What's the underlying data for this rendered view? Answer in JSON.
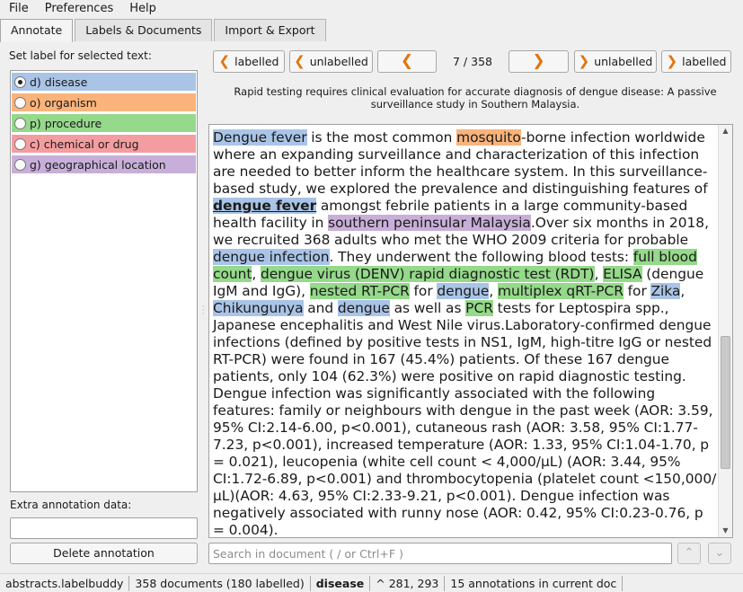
{
  "menu": {
    "file": "File",
    "preferences": "Preferences",
    "help": "Help"
  },
  "tabs": {
    "annotate": "Annotate",
    "labels_documents": "Labels & Documents",
    "import_export": "Import & Export"
  },
  "labels_panel": {
    "title": "Set label for selected text:",
    "items": [
      {
        "label": "d) disease",
        "color": "#a9c4e6",
        "checked": true
      },
      {
        "label": "o) organism",
        "color": "#f9b37b",
        "checked": false
      },
      {
        "label": "p) procedure",
        "color": "#95d98a",
        "checked": false
      },
      {
        "label": "c) chemical or drug",
        "color": "#f49da0",
        "checked": false
      },
      {
        "label": "g) geographical location",
        "color": "#c8afd9",
        "checked": false
      }
    ],
    "extra_label": "Extra annotation data:",
    "extra_value": "",
    "delete_label": "Delete annotation"
  },
  "nav": {
    "prev_labelled": "labelled",
    "prev_unlabelled": "unlabelled",
    "next_unlabelled": "unlabelled",
    "next_labelled": "labelled",
    "counter": "7 / 358"
  },
  "document": {
    "title": "Rapid testing requires clinical evaluation for accurate diagnosis of dengue disease: A passive surveillance study in Southern Malaysia.",
    "segments": [
      {
        "t": "Dengue fever",
        "c": "disease"
      },
      {
        "t": " is the most common "
      },
      {
        "t": "mosquito",
        "c": "organism"
      },
      {
        "t": "-borne infection worldwide where an expanding surveillance and characterization of this infection are needed to better inform the healthcare system. In this surveillance-based study, we explored the prevalence and distinguishing features of "
      },
      {
        "t": "dengue fever",
        "c": "disease",
        "selected": true
      },
      {
        "t": " amongst febrile patients in a large community-based health facility in "
      },
      {
        "t": "southern peninsular Malaysia",
        "c": "geo"
      },
      {
        "t": ".Over six months in 2018, we recruited 368 adults who met the WHO 2009 criteria for probable "
      },
      {
        "t": "dengue infection",
        "c": "disease"
      },
      {
        "t": ". They underwent the following blood tests: "
      },
      {
        "t": "full blood count",
        "c": "procedure"
      },
      {
        "t": ", "
      },
      {
        "t": "dengue virus (DENV) rapid diagnostic test (RDT)",
        "c": "procedure"
      },
      {
        "t": ", "
      },
      {
        "t": "ELISA",
        "c": "procedure"
      },
      {
        "t": " (dengue IgM and IgG), "
      },
      {
        "t": "nested RT-PCR",
        "c": "procedure"
      },
      {
        "t": " for "
      },
      {
        "t": "dengue",
        "c": "disease"
      },
      {
        "t": ", "
      },
      {
        "t": "multiplex qRT-PCR",
        "c": "procedure"
      },
      {
        "t": " for "
      },
      {
        "t": "Zika",
        "c": "disease"
      },
      {
        "t": ", "
      },
      {
        "t": "Chikungunya",
        "c": "disease"
      },
      {
        "t": " and "
      },
      {
        "t": "dengue",
        "c": "disease"
      },
      {
        "t": " as well as "
      },
      {
        "t": "PCR",
        "c": "procedure"
      },
      {
        "t": " tests for Leptospira spp., Japanese encephalitis and West Nile virus.Laboratory-confirmed dengue infections (defined by positive tests in NS1, IgM, high-titre IgG or nested RT-PCR) were found in 167 (45.4%) patients. Of these 167 dengue patients, only 104 (62.3%) were positive on rapid diagnostic testing. Dengue infection was significantly associated with the following features: family or neighbours with dengue in the past week (AOR: 3.59, 95% CI:2.14-6.00, p<0.001), cutaneous rash (AOR: 3.58, 95% CI:1.77-7.23, p<0.001), increased temperature (AOR: 1.33, 95% CI:1.04-1.70, p = 0.021), leucopenia (white cell count < 4,000/µL) (AOR: 3.44, 95% CI:1.72-6.89, p<0.001) and thrombocytopenia (platelet count <150,000/µL)(AOR: 4.63, 95% CI:2.33-9.21, p<0.001). Dengue infection was negatively associated with runny nose (AOR: 0.42, 95% CI:0.23-0.76, p = 0.004)."
      }
    ],
    "scroll_fraction": 0.78
  },
  "search": {
    "placeholder": "Search in document ( / or Ctrl+F )"
  },
  "status": {
    "file": "abstracts.labelbuddy",
    "docs": "358 documents (180 labelled)",
    "label": "disease",
    "pos": "^ 281, 293",
    "annotations": "15 annotations in current doc"
  },
  "icons": {
    "prev": "chevron-left-icon",
    "next": "chevron-right-icon",
    "up": "arrow-up-icon",
    "down": "arrow-down-icon"
  }
}
